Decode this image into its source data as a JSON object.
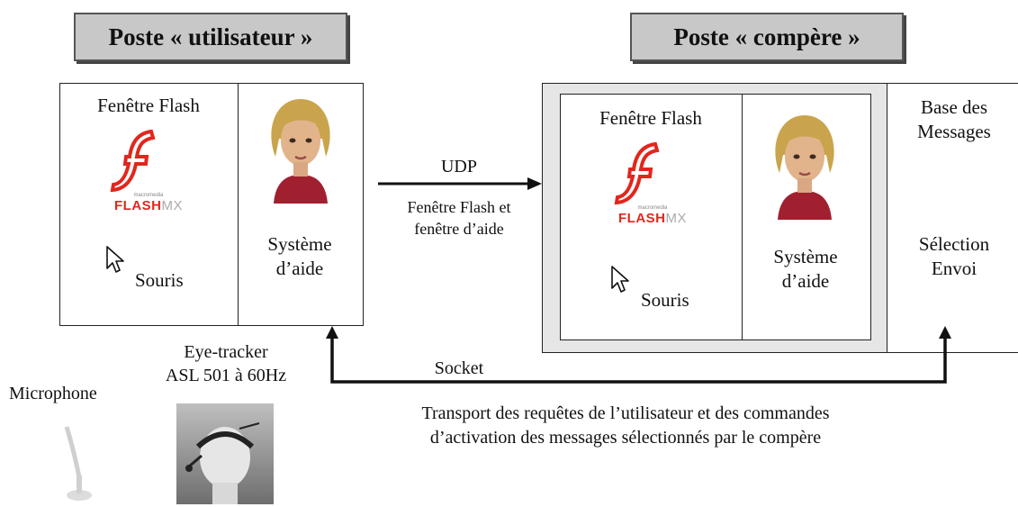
{
  "user_station": {
    "title": "Poste « utilisateur »",
    "flash_window": "Fenêtre Flash",
    "mouse": "Souris",
    "help_system": [
      "Système",
      "d’aide"
    ],
    "flash_logo": {
      "brand_small": "macromedia",
      "word": "FLASH",
      "suffix": "MX"
    }
  },
  "compere_station": {
    "title": "Poste « compère »",
    "flash_window": "Fenêtre Flash",
    "mouse": "Souris",
    "help_system": [
      "Système",
      "d’aide"
    ],
    "flash_logo": {
      "brand_small": "macromedia",
      "word": "FLASH",
      "suffix": "MX"
    },
    "messages_base": [
      "Base des",
      "Messages"
    ],
    "selection": [
      "Sélection",
      "Envoi"
    ]
  },
  "udp": {
    "label": "UDP",
    "description": [
      "Fenêtre Flash et",
      "fenêtre d’aide"
    ]
  },
  "socket": {
    "label": "Socket",
    "description": [
      "Transport des requêtes de l’utilisateur et des commandes",
      "d’activation des messages sélectionnés par le compère"
    ]
  },
  "devices": {
    "eye_tracker": [
      "Eye-tracker",
      "ASL 501 à 60Hz"
    ],
    "microphone": "Microphone"
  },
  "colors": {
    "title_bg": "#c8c8c8",
    "outer_frame_bg": "#e6e6e6",
    "flash_red": "#e2261d"
  }
}
